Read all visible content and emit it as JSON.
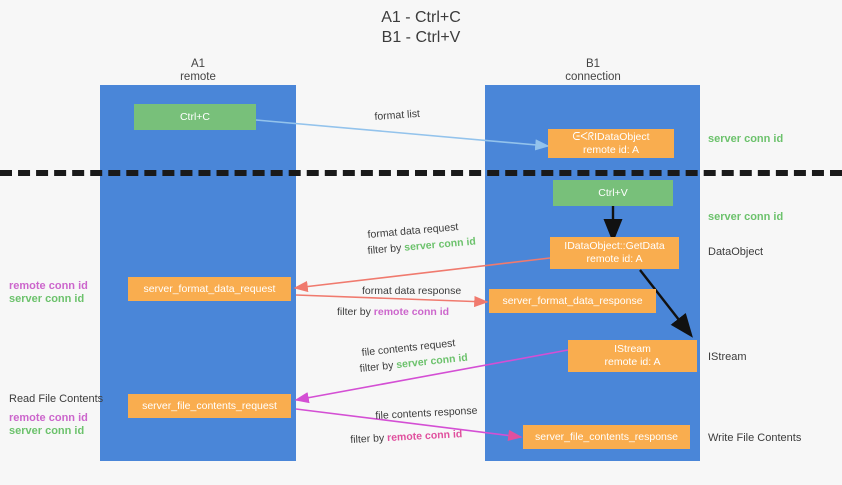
{
  "title": {
    "line1": "A1 - Ctrl+C",
    "line2": "B1 - Ctrl+V"
  },
  "lanes": [
    {
      "name": "A1",
      "subtitle": "remote",
      "color": "#4a86d8"
    },
    {
      "name": "B1",
      "subtitle": "connection",
      "color": "#4a86d8"
    }
  ],
  "colors": {
    "lane": "#4a86d8",
    "orange": "#f9ad4f",
    "green_box": "#78c07a",
    "server_conn": "#6cc26c",
    "remote_conn": "#cc66cc",
    "arrow_blue": "#93c3ec",
    "arrow_red": "#f07a6e",
    "arrow_magenta": "#d44fd4",
    "arrow_pink": "#e0509e",
    "arrow_black": "#111111"
  },
  "nodes": {
    "ctrl_c": {
      "label": "Ctrl+C"
    },
    "ctrl_v": {
      "label": "Ctrl+V"
    },
    "idataobject_top": {
      "line1": "ᕮᐸᖇIDataObject",
      "line2": "remote id: A"
    },
    "getdata": {
      "line1": "IDataObject::GetData",
      "line2": "remote id: A"
    },
    "istream": {
      "line1": "IStream",
      "line2": "remote id: A"
    },
    "server_format_data_request": {
      "label": "server_format_data_request"
    },
    "server_format_data_response": {
      "label": "server_format_data_response"
    },
    "server_file_contents_request": {
      "label": "server_file_contents_request"
    },
    "server_file_contents_response": {
      "label": "server_file_contents_response"
    }
  },
  "right_labels": [
    {
      "text": "server conn id",
      "kind": "green"
    },
    {
      "text": "server conn id",
      "kind": "green"
    },
    {
      "text": "DataObject",
      "kind": "dark"
    },
    {
      "text": "IStream",
      "kind": "dark"
    },
    {
      "text": "Write File Contents",
      "kind": "dark"
    }
  ],
  "left_labels": {
    "group1": [
      {
        "text": "remote conn id",
        "kind": "magenta"
      },
      {
        "text": "server conn id",
        "kind": "green"
      }
    ],
    "read_file_contents": "Read File Contents",
    "group2": [
      {
        "text": "remote conn id",
        "kind": "magenta"
      },
      {
        "text": "server conn id",
        "kind": "green"
      }
    ]
  },
  "edges": {
    "format_list": {
      "label": "format list"
    },
    "format_data_request": {
      "label": "format data request",
      "filter_prefix": "filter by ",
      "filter_value": "server conn id",
      "filter_kind": "green"
    },
    "format_data_response": {
      "label": "format data response",
      "filter_prefix": "filter by ",
      "filter_value": "remote conn id",
      "filter_kind": "magenta"
    },
    "file_contents_request": {
      "label": "file contents request",
      "filter_prefix": "filter by ",
      "filter_value": "server conn id",
      "filter_kind": "green"
    },
    "file_contents_response": {
      "label": "file contents response",
      "filter_prefix": "filter by ",
      "filter_value": "remote conn id",
      "filter_kind": "pink"
    }
  }
}
